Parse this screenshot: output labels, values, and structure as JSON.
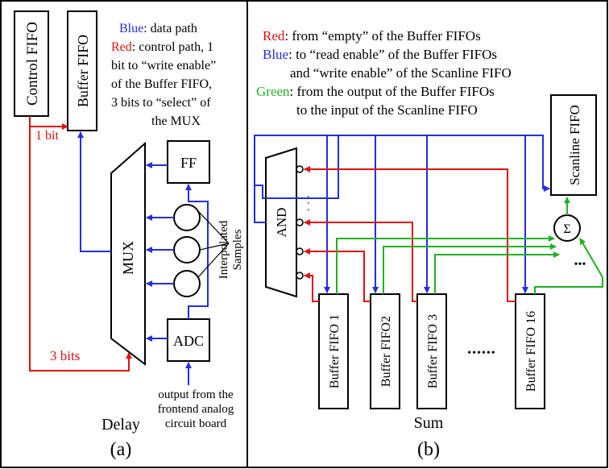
{
  "colors": {
    "data_path": "#1f2fe0",
    "control_path": "#e01010",
    "green_path": "#22b022",
    "black": "#000000"
  },
  "panel_a": {
    "control_fifo": "Control FIFO",
    "buffer_fifo": "Buffer FIFO",
    "legend_blue_key": "Blue",
    "legend_blue_text": ": data path",
    "legend_red_key": "Red",
    "legend_red_text": ": control path, 1",
    "legend_lines": [
      "bit to “write enable”",
      "of the Buffer FIFO,",
      "3 bits to “select” of",
      "the MUX"
    ],
    "one_bit": "1 bit",
    "three_bits": "3 bits",
    "mux": "MUX",
    "ff": "FF",
    "adc": "ADC",
    "interpolated_1": "Interpolated",
    "interpolated_2": "Samples",
    "output_lines": [
      "output from the",
      "frontend analog",
      "circuit board"
    ],
    "section_label": "Delay",
    "panel_label": "(a)"
  },
  "panel_b": {
    "legend_red_key": "Red",
    "legend_red_text": ": from “empty”  of the Buffer FIFOs",
    "legend_blue_key": "Blue",
    "legend_blue_text": ": to “read enable” of the Buffer FIFOs",
    "legend_blue_line2": "and “write enable” of the Scanline FIFO",
    "legend_green_key": "Green",
    "legend_green_text": ": from the output of the Buffer FIFOs",
    "legend_green_line2": "to the input of the Scanline FIFO",
    "and_gate": "AND",
    "scanline_fifo": "Scanline FIFO",
    "sigma": "Σ",
    "buffers": [
      "Buffer FIFO 1",
      "Buffer FIFO2",
      "Buffer FIFO 3",
      "Buffer FIFO 16"
    ],
    "dots": "••••••",
    "sum_dots": "•••",
    "vdots": "· · ·",
    "section_label": "Sum",
    "panel_label": "(b)"
  }
}
